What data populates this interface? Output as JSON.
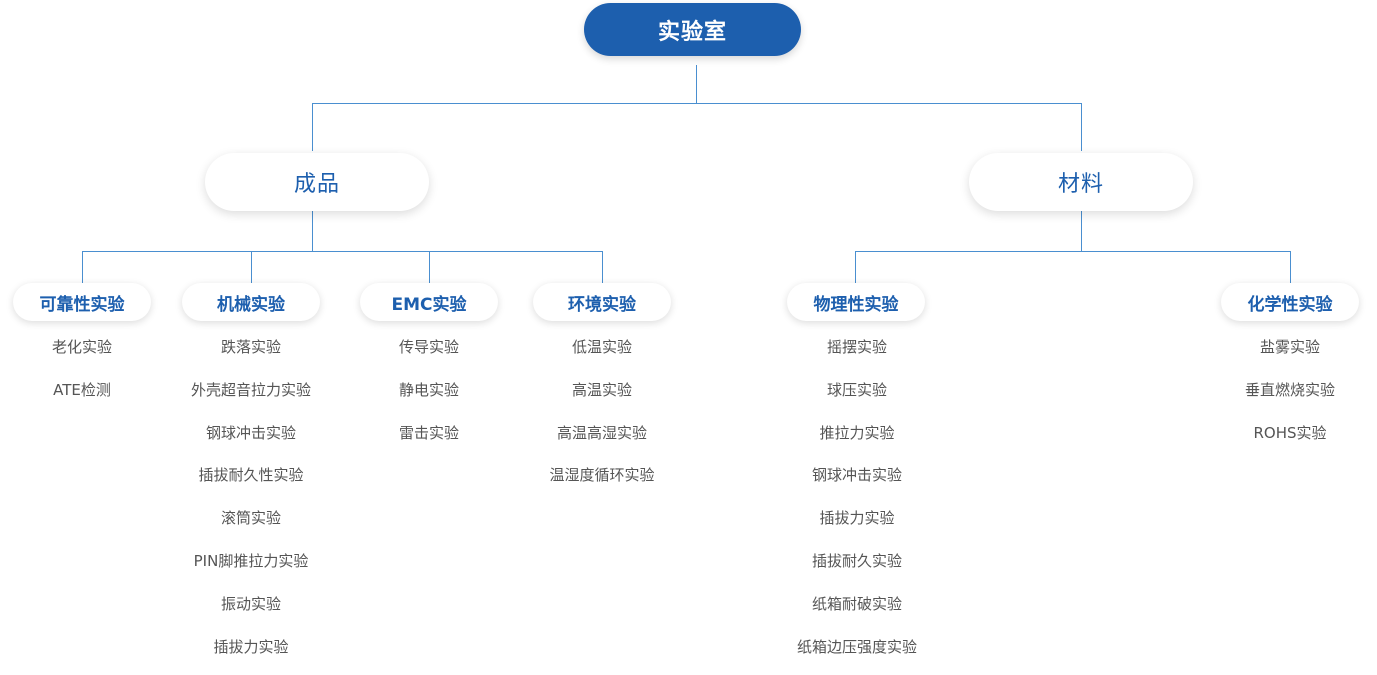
{
  "root": {
    "label": "实验室"
  },
  "categories": [
    {
      "label": "成品",
      "groups": [
        {
          "label": "可靠性实验",
          "items": [
            "老化实验",
            "ATE检测"
          ]
        },
        {
          "label": "机械实验",
          "items": [
            "跌落实验",
            "外壳超音拉力实验",
            "钢球冲击实验",
            "插拔耐久性实验",
            "滚筒实验",
            "PIN脚推拉力实验",
            "振动实验",
            "插拔力实验"
          ]
        },
        {
          "label": "EMC实验",
          "items": [
            "传导实验",
            "静电实验",
            "雷击实验"
          ]
        },
        {
          "label": "环境实验",
          "items": [
            "低温实验",
            "高温实验",
            "高温高湿实验",
            "温湿度循环实验"
          ]
        }
      ]
    },
    {
      "label": "材料",
      "groups": [
        {
          "label": "物理性实验",
          "items": [
            "摇摆实验",
            "球压实验",
            "推拉力实验",
            "钢球冲击实验",
            "插拔力实验",
            "插拔耐久实验",
            "纸箱耐破实验",
            "纸箱边压强度实验"
          ]
        },
        {
          "label": "化学性实验",
          "items": [
            "盐雾实验",
            "垂直燃烧实验",
            "ROHS实验"
          ]
        }
      ]
    }
  ],
  "colors": {
    "primary": "#1d5fae",
    "connector": "#4a8fd0",
    "item_text": "#555555"
  }
}
